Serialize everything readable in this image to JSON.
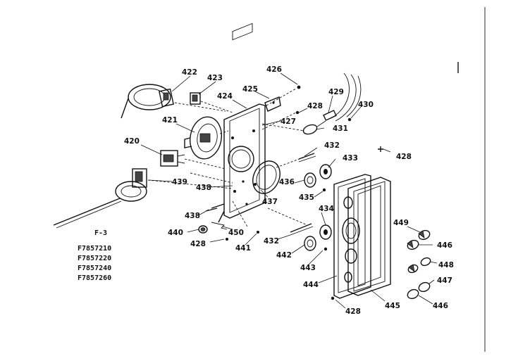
{
  "figure": {
    "label": "F-3",
    "model_numbers": [
      "F7857210",
      "F7857220",
      "F7857240",
      "F7857260"
    ]
  },
  "callouts": [
    {
      "id": "c422",
      "text": "422"
    },
    {
      "id": "c423",
      "text": "423"
    },
    {
      "id": "c426",
      "text": "426"
    },
    {
      "id": "c424",
      "text": "424"
    },
    {
      "id": "c425",
      "text": "425"
    },
    {
      "id": "c429",
      "text": "429"
    },
    {
      "id": "c428a",
      "text": "428"
    },
    {
      "id": "c430",
      "text": "430"
    },
    {
      "id": "c421",
      "text": "421"
    },
    {
      "id": "c427",
      "text": "427"
    },
    {
      "id": "c431",
      "text": "431"
    },
    {
      "id": "c420",
      "text": "420"
    },
    {
      "id": "c432a",
      "text": "432"
    },
    {
      "id": "c428b",
      "text": "428"
    },
    {
      "id": "c433",
      "text": "433"
    },
    {
      "id": "c439",
      "text": "439"
    },
    {
      "id": "c438a",
      "text": "438"
    },
    {
      "id": "c436",
      "text": "436"
    },
    {
      "id": "c437",
      "text": "437"
    },
    {
      "id": "c435",
      "text": "435"
    },
    {
      "id": "c438b",
      "text": "438"
    },
    {
      "id": "c434",
      "text": "434"
    },
    {
      "id": "c449",
      "text": "449"
    },
    {
      "id": "c440",
      "text": "440"
    },
    {
      "id": "c450",
      "text": "450"
    },
    {
      "id": "c432b",
      "text": "432"
    },
    {
      "id": "c428c",
      "text": "428"
    },
    {
      "id": "c441",
      "text": "441"
    },
    {
      "id": "c446a",
      "text": "446"
    },
    {
      "id": "c442",
      "text": "442"
    },
    {
      "id": "c448",
      "text": "448"
    },
    {
      "id": "c443",
      "text": "443"
    },
    {
      "id": "c447",
      "text": "447"
    },
    {
      "id": "c444",
      "text": "444"
    },
    {
      "id": "c445",
      "text": "445"
    },
    {
      "id": "c446b",
      "text": "446"
    },
    {
      "id": "c428d",
      "text": "428"
    }
  ]
}
